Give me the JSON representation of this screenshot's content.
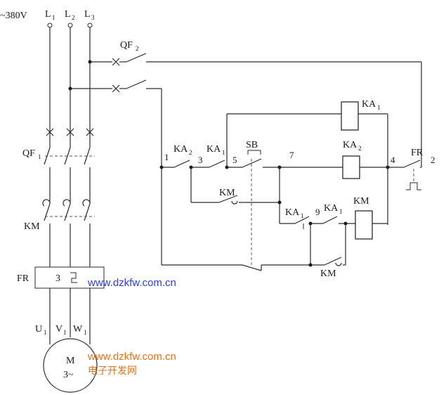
{
  "supply": {
    "voltage": "~380V",
    "lines": [
      {
        "base": "L",
        "sub": "1"
      },
      {
        "base": "L",
        "sub": "2"
      },
      {
        "base": "L",
        "sub": "3"
      }
    ]
  },
  "breakers": {
    "main": {
      "base": "QF",
      "sub": "1"
    },
    "control": {
      "base": "QF",
      "sub": "2"
    }
  },
  "main_contactor": "KM",
  "overload_relay": {
    "label": "FR",
    "element_number": "3"
  },
  "motor_terminals": [
    {
      "base": "U",
      "sub": "1"
    },
    {
      "base": "V",
      "sub": "1"
    },
    {
      "base": "W",
      "sub": "1"
    }
  ],
  "motor": {
    "line1": "M",
    "line2": "3~"
  },
  "control_circuit": {
    "nodes": [
      "1",
      "3",
      "5",
      "7",
      "9",
      "4",
      "2"
    ],
    "contacts": {
      "ka2": {
        "base": "KA",
        "sub": "2"
      },
      "ka1": {
        "base": "KA",
        "sub": "1"
      },
      "sb": "SB",
      "km_hold": "KM",
      "ka1_b": {
        "base": "KA",
        "sub": "1"
      },
      "ka1_c": {
        "base": "KA",
        "sub": "1"
      },
      "km_bottom": "KM",
      "fr": "FR"
    },
    "coils": {
      "ka1": {
        "base": "KA",
        "sub": "1"
      },
      "ka2": {
        "base": "KA",
        "sub": "2"
      },
      "km": "KM"
    }
  },
  "watermarks": {
    "url_1": "www.dzkfw.com.cn",
    "url_2": "www.dzkfw.com.cn",
    "site_name": "电子开发网"
  },
  "colors": {
    "line": "#2a2a2a",
    "watermark_blue": "#2f3fd6",
    "watermark_orange": "#e0761a"
  }
}
